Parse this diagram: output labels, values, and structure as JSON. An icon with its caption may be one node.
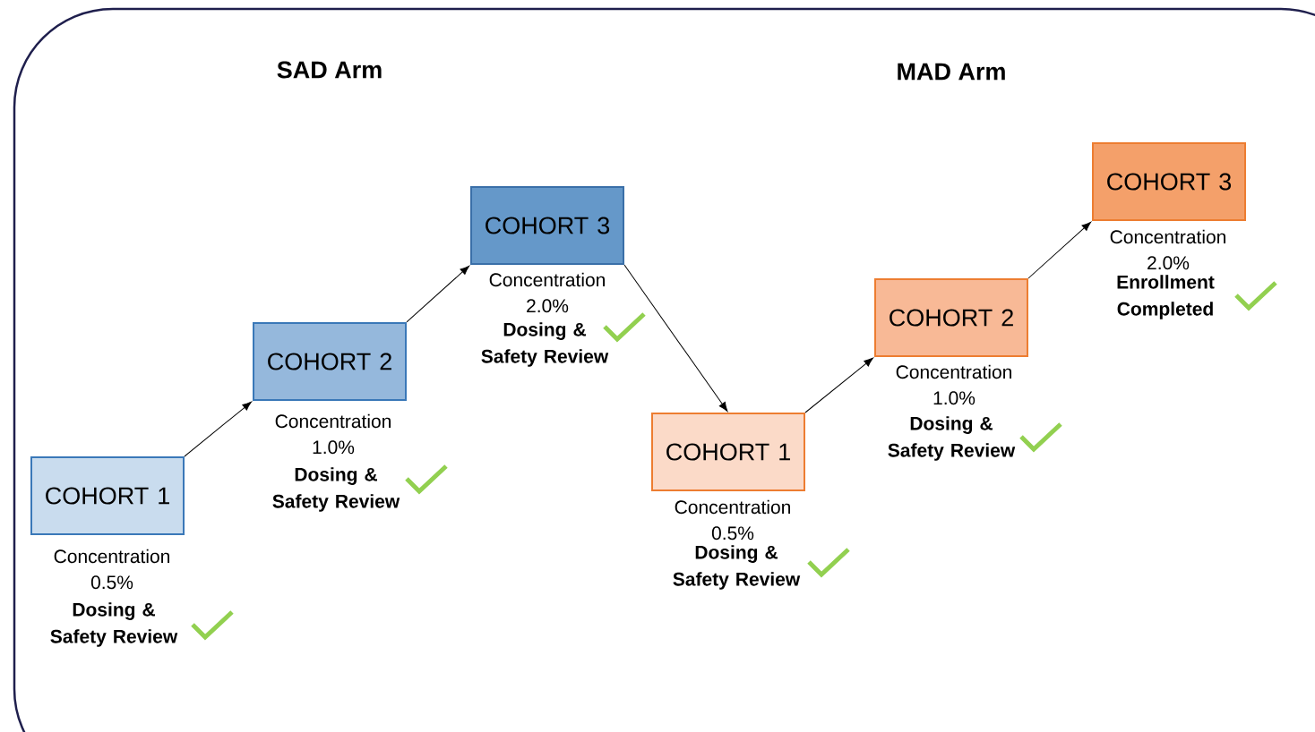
{
  "diagram": {
    "nodes": [
      {
        "text": [
          "COHORT 1"
        ],
        "beside": [
          "Concentration 0.5%",
          "Dosing & Safety Review"
        ]
      },
      {
        "text": [
          "COHORT 2"
        ],
        "beside": [
          "Concentration 1.0%",
          "Dosing & Safety Review"
        ]
      },
      {
        "text": [
          "COHORT 3"
        ],
        "beside": [
          "Concentration 2.0%",
          "Dosing & Safety Review"
        ]
      },
      {
        "text": [
          "COHORT 1"
        ],
        "beside": [
          "Concentration 0.5%",
          "Dosing & Safety Review"
        ]
      },
      {
        "text": [
          "COHORT 2"
        ],
        "beside": [
          "Concentration 1.0%",
          "Dosing & Safety Review"
        ]
      },
      {
        "text": [
          "COHORT 3"
        ],
        "beside": [
          "Concentration 2.0%",
          "Enrollment Completed"
        ]
      }
    ],
    "edges": [
      {
        "from": 0,
        "to": 1,
        "arrow": "to"
      },
      {
        "from": 1,
        "to": 2,
        "arrow": "to"
      },
      {
        "from": 2,
        "to": 3,
        "arrow": "to"
      },
      {
        "from": 3,
        "to": 4,
        "arrow": "to"
      },
      {
        "from": 4,
        "to": 5,
        "arrow": "to"
      }
    ],
    "labels": [
      "SAD Arm",
      "MAD Arm"
    ]
  }
}
